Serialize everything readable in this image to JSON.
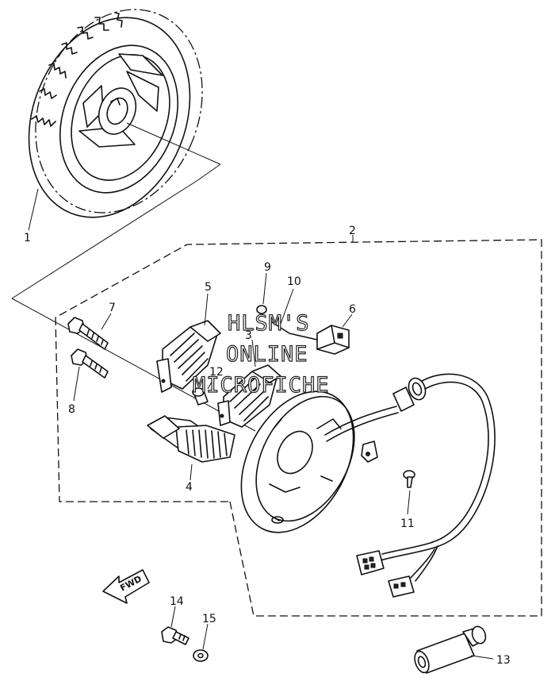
{
  "callouts": {
    "c1": "1",
    "c2": "2",
    "c3": "3",
    "c4": "4",
    "c5": "5",
    "c6": "6",
    "c7": "7",
    "c8": "8",
    "c9": "9",
    "c10": "10",
    "c11": "11",
    "c12": "12",
    "c13": "13",
    "c14": "14",
    "c15": "15"
  },
  "fwd_label": "FWD",
  "watermark": {
    "line1": "HLSM'S",
    "line2": "ONLINE",
    "line3": "MICROFICHE"
  }
}
